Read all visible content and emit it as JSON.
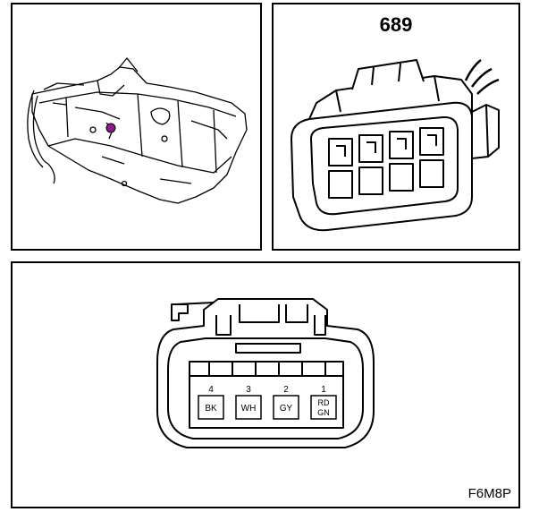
{
  "connector_number": "689",
  "figure_code": "F6M8P",
  "cavities": [
    {
      "pin": "4",
      "color": "BK"
    },
    {
      "pin": "3",
      "color": "WH"
    },
    {
      "pin": "2",
      "color": "GY"
    },
    {
      "pin": "1",
      "color": "RD",
      "color2": "GN"
    }
  ],
  "colors": {
    "line": "#000000",
    "background": "#ffffff",
    "highlight": "#8b1a8b"
  }
}
